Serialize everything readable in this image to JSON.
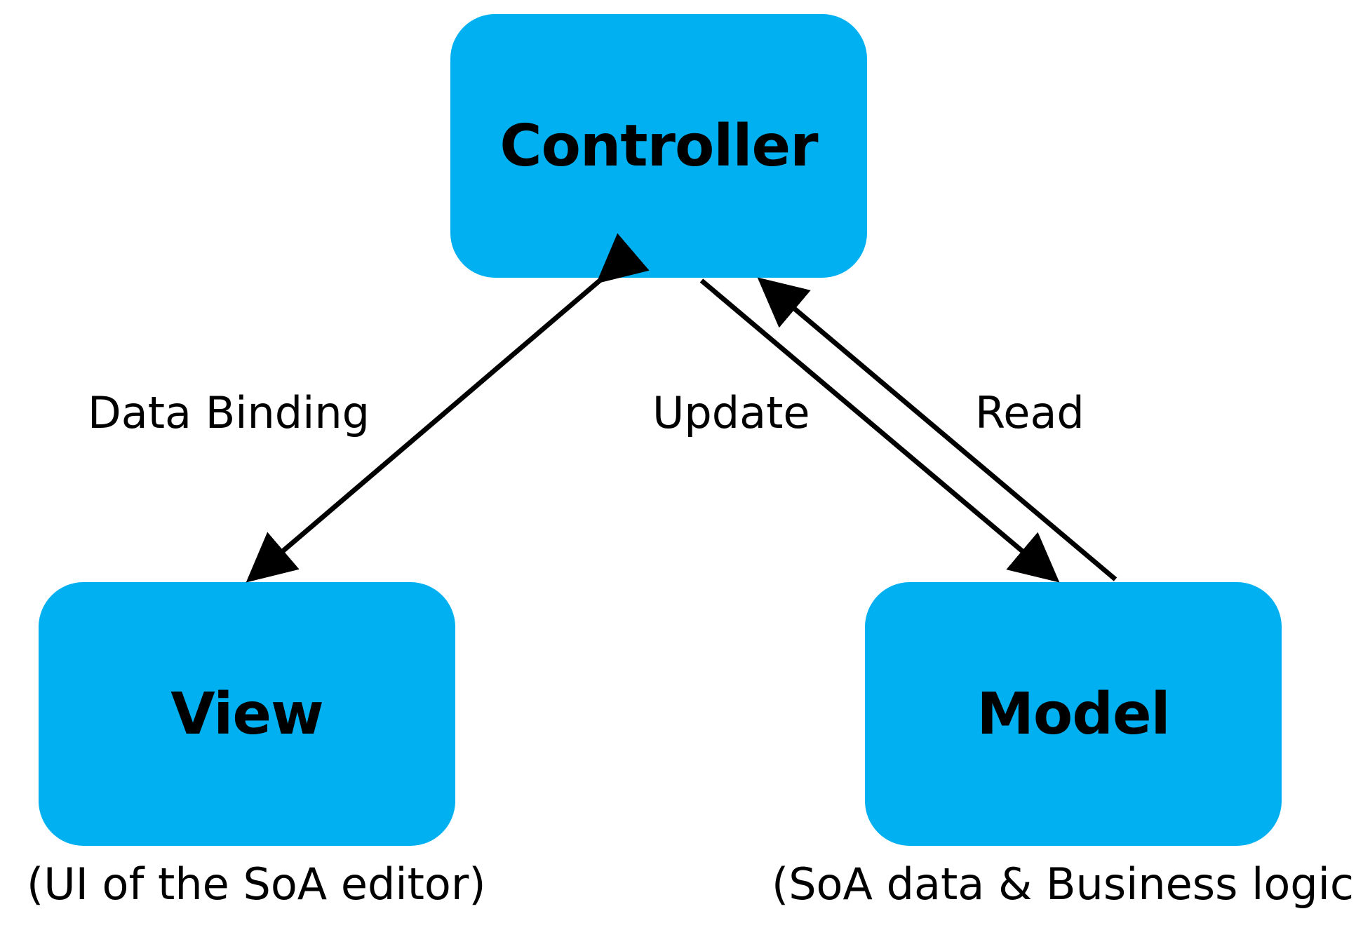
{
  "nodes": {
    "controller": "Controller",
    "view": "View",
    "model": "Model"
  },
  "captions": {
    "view": "(UI of the SoA editor)",
    "model": "(SoA data & Business logic)"
  },
  "edges": {
    "data_binding": "Data Binding",
    "update": "Update",
    "read": "Read"
  },
  "colors": {
    "node_fill": "#00b0f0",
    "arrow": "#000000"
  }
}
